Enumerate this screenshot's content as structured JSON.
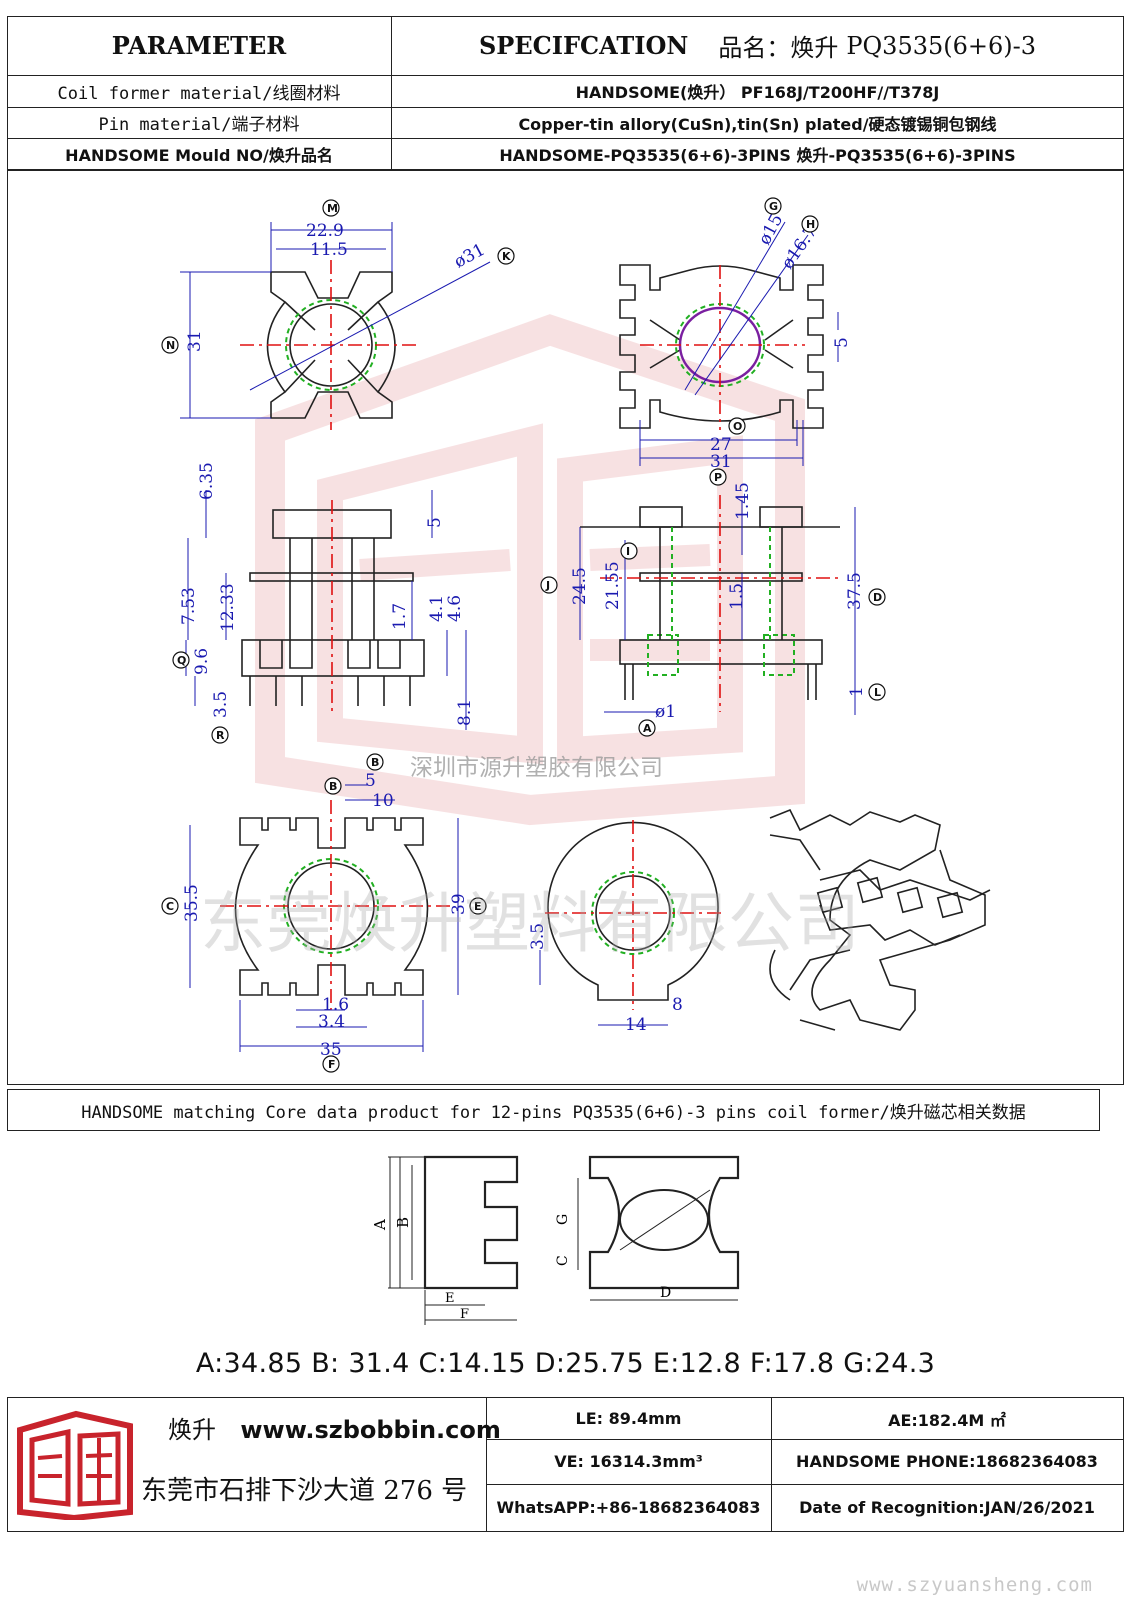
{
  "header": {
    "parameter_label": "PARAMETER",
    "spec_label": "SPECIFCATION",
    "product_name_label": "品名：焕升",
    "product_code": "PQ3535(6+6)-3"
  },
  "rows": [
    {
      "label": "Coil former material/线圈材料",
      "value": "HANDSOME(焕升）   PF168J/T200HF//T378J"
    },
    {
      "label": "Pin material/端子材料",
      "value": "Copper-tin allory(CuSn),tin(Sn) plated/硬态镀锡铜包钢线"
    },
    {
      "label": "HANDSOME Mould NO/焕升品名",
      "value": "HANDSOME-PQ3535(6+6)-3PINS    焕升-PQ3535(6+6)-3PINS"
    }
  ],
  "drawing": {
    "top_left": {
      "dim_m1": "22.9",
      "dim_m2": "11.5",
      "dim_k": "ø31",
      "dim_n": "31",
      "callout_m": "M",
      "callout_k": "K",
      "callout_n": "N"
    },
    "top_right": {
      "dim_g": "ø15",
      "dim_h": "ø16.7",
      "dim_5": "5",
      "dim_27": "27",
      "dim_31": "31",
      "callout_g": "G",
      "callout_h": "H",
      "callout_o": "O",
      "callout_p": "P"
    },
    "side_left": {
      "d_635": "6.35",
      "d_5": "5",
      "d_753": "7.53",
      "d_1233": "12.33",
      "d_17": "1.7",
      "d_41": "4.1",
      "d_46": "4.6",
      "d_96": "9.6",
      "d_35": "3.5",
      "d_81": "8.1",
      "callout_q": "Q",
      "callout_r": "R"
    },
    "side_right": {
      "d_145": "1.45",
      "d_245": "24.5",
      "d_2155": "21.55",
      "d_15": "1.5",
      "d_375": "37.5",
      "d_1": "1",
      "d_phi1": "ø1",
      "callout_i": "I",
      "callout_j": "J",
      "callout_d": "D",
      "callout_l": "L",
      "callout_a": "A"
    },
    "bottom_left": {
      "d_5": "5",
      "d_10": "10",
      "d_355": "35.5",
      "d_39": "39",
      "d_16": "1.6",
      "d_34": "3.4",
      "d_35": "35",
      "callout_b1": "B",
      "callout_b2": "B",
      "callout_c": "C",
      "callout_e": "E",
      "callout_f": "F"
    },
    "bottom_mid": {
      "d_35": "3.5",
      "d_14": "14",
      "d_8": "8"
    },
    "watermark_small": "深圳市源升塑胶有限公司",
    "watermark_large": "东莞焕升塑料有限公司"
  },
  "core": {
    "title": "HANDSOME matching Core data  product for 12-pins PQ3535(6+6)-3 pins coil former/焕升磁芯相关数据",
    "labels": {
      "a": "A",
      "b": "B",
      "c": "C",
      "d": "D",
      "e": "E",
      "f": "F",
      "g": "G"
    },
    "values": "A:34.85 B: 31.4 C:14.15 D:25.75 E:12.8 F:17.8 G:24.3"
  },
  "footer": {
    "brand_cn": "焕升",
    "website": "www.szbobbin.com",
    "address": "东莞市石排下沙大道 276 号",
    "le": "LE: 89.4mm",
    "ae": "AE:182.4M ㎡",
    "ve": "VE: 16314.3mm³",
    "phone": "HANDSOME PHONE:18682364083",
    "whatsapp": "WhatsAPP:+86-18682364083",
    "date": "Date of Recognition:JAN/26/2021",
    "site_watermark": "www.szyuansheng.com"
  },
  "colors": {
    "dimension_blue": "#1a1ab0",
    "centerline_red": "#e01010",
    "core_green": "#22b022",
    "logo_red": "#c8232c"
  }
}
